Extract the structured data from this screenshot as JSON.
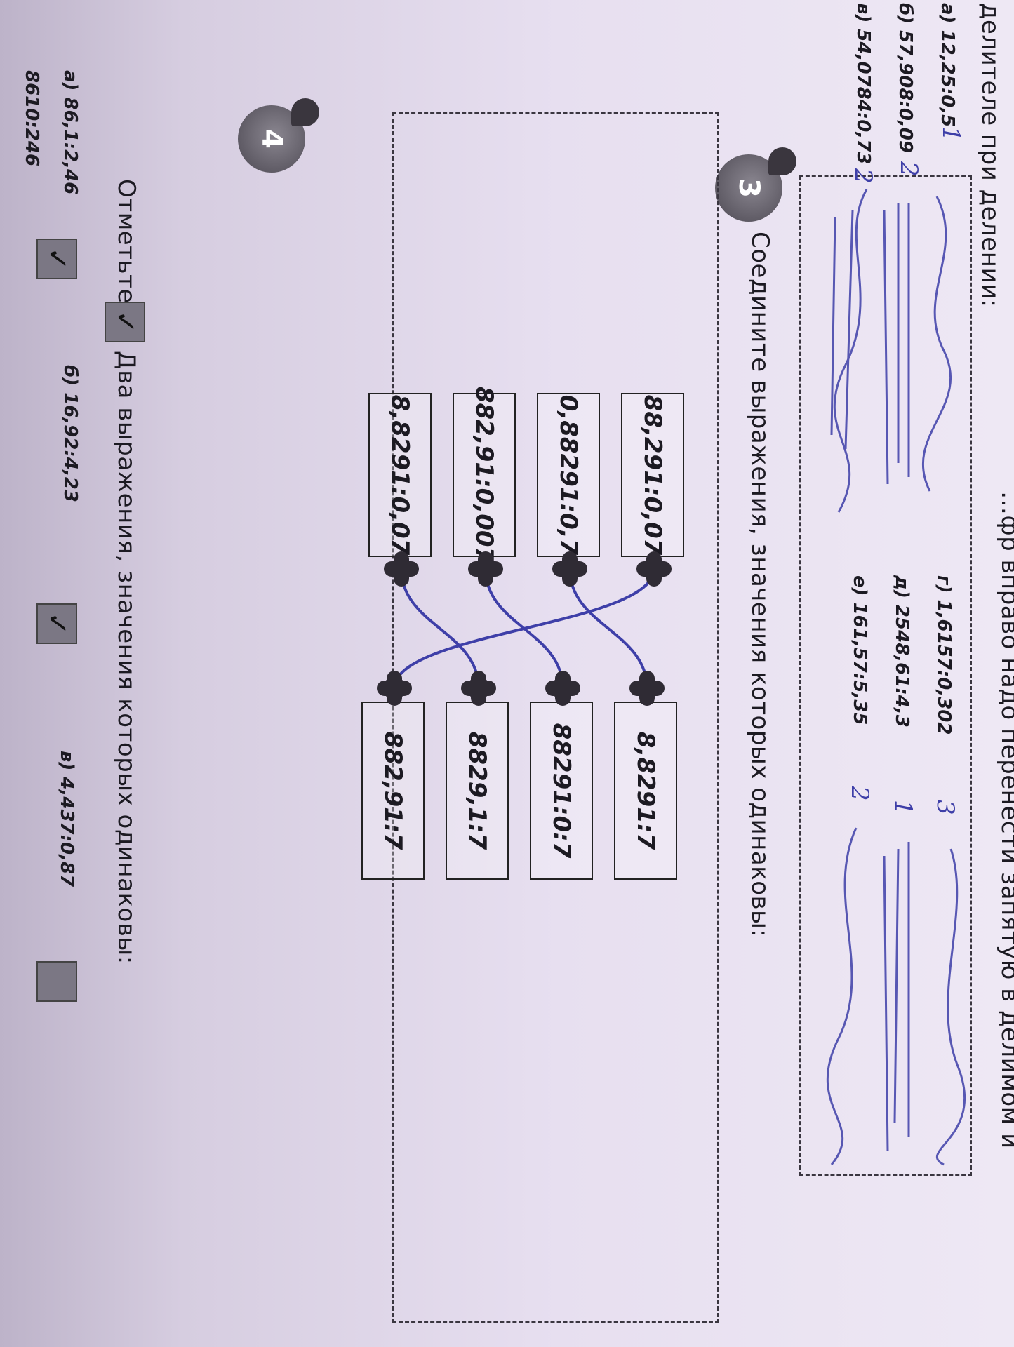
{
  "task_top": {
    "heading_fragment_1": "…фр вправо надо перенести запятую в делимом и",
    "heading_fragment_2": "делителе при делении:",
    "items": [
      {
        "label": "а) 12,25:0,5",
        "mark": "1"
      },
      {
        "label": "б) 57,908:0,09",
        "mark": "2"
      },
      {
        "label": "в) 54,0784:0,73",
        "mark": "2"
      },
      {
        "label": "г) 1,6157:0,302",
        "mark": "3"
      },
      {
        "label": "д) 2548,61:4,3",
        "mark": "1"
      },
      {
        "label": "е) 161,57:5,35",
        "mark": "2"
      }
    ]
  },
  "task3": {
    "number": "3",
    "instruction": "Соедините выражения, значения которых одинаковы:",
    "left_column": [
      "88,291:0,07",
      "0,88291:0,7",
      "882,91:0,007",
      "8,8291:0,07"
    ],
    "right_column": [
      "8,8291:7",
      "88291:0:7",
      "8829,1:7",
      "882,91:7"
    ],
    "connections": [
      {
        "from": 0,
        "to": 3
      },
      {
        "from": 1,
        "to": 0
      },
      {
        "from": 2,
        "to": 1
      },
      {
        "from": 3,
        "to": 2
      }
    ]
  },
  "task4": {
    "number": "4",
    "instruction_start": "Отметьте",
    "instruction_end": "Два выражения, значения которых одинаковы:",
    "items": [
      {
        "label": "а) 86,1:2,46",
        "sub": "8610:246",
        "checked": true
      },
      {
        "label": "б) 16,92:4,23",
        "checked": true
      },
      {
        "label": "в) 4,437:0,87",
        "checked": false
      }
    ]
  },
  "colors": {
    "paper": "#e8e1ef",
    "ink": "#3e3fa8",
    "print": "#1c1a22"
  }
}
